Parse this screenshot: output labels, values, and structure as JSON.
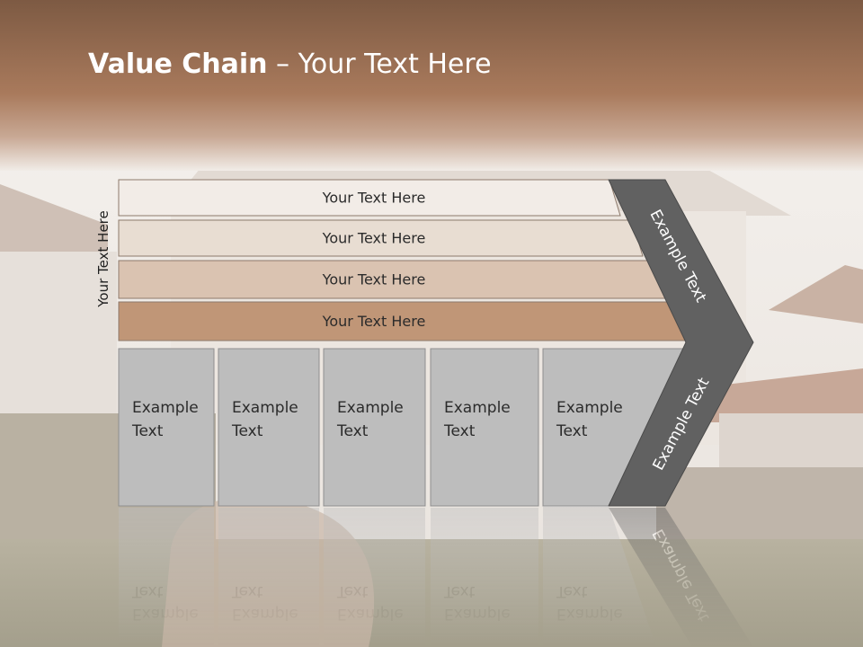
{
  "title": {
    "bold": "Value Chain",
    "rest": " – Your Text Here"
  },
  "side_label": "Your Text Here",
  "bars": [
    {
      "label": "Your Text Here",
      "color": "#f2ece7"
    },
    {
      "label": "Your Text Here",
      "color": "#e8ddd2"
    },
    {
      "label": "Your Text Here",
      "color": "#dac3b1"
    },
    {
      "label": "Your Text Here",
      "color": "#c09677"
    }
  ],
  "boxes": [
    {
      "line1": "Example",
      "line2": "Text"
    },
    {
      "line1": "Example",
      "line2": "Text"
    },
    {
      "line1": "Example",
      "line2": "Text"
    },
    {
      "line1": "Example",
      "line2": "Text"
    },
    {
      "line1": "Example",
      "line2": "Text"
    }
  ],
  "chevron": {
    "upper": "Example Text",
    "lower": "Example Text"
  },
  "colors": {
    "header": "#a97a5c",
    "box": "#bdbdbd",
    "chevron": "#616161",
    "text": "#2b2b2b"
  }
}
